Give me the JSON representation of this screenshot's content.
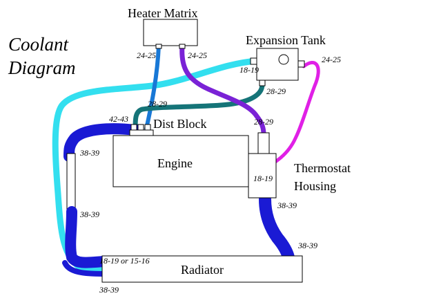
{
  "title": {
    "line1": "Coolant",
    "line2": "Diagram"
  },
  "components": {
    "heater_matrix": "Heater Matrix",
    "expansion_tank": "Expansion Tank",
    "dist_block": "Dist Block",
    "engine": "Engine",
    "thermostat_housing_line1": "Thermostat",
    "thermostat_housing_line2": "Housing",
    "thermostat_port": "18-19",
    "radiator": "Radiator"
  },
  "hose_labels": {
    "heater_left": "24-25",
    "heater_right": "24-25",
    "tank_left": "18-19",
    "tank_right": "24-25",
    "tank_bottom": "28-29",
    "middle": "28-29",
    "dist_block": "42-43",
    "thermostat_top": "28-29",
    "engine_left": "38-39",
    "lower_left": "38-39",
    "thermostat_bottom": "38-39",
    "radiator_top_right": "38-39",
    "radiator_inlet": "18-19 or 15-16",
    "radiator_bottom": "38-39"
  },
  "colors": {
    "cyan_hose": "#33dfef",
    "blue_hose": "#1a1ad4",
    "mid_blue_hose": "#1878d6",
    "purple_hose": "#7a22d6",
    "magenta_hose": "#e020e6",
    "teal_hose": "#157478",
    "outline": "#000000"
  }
}
